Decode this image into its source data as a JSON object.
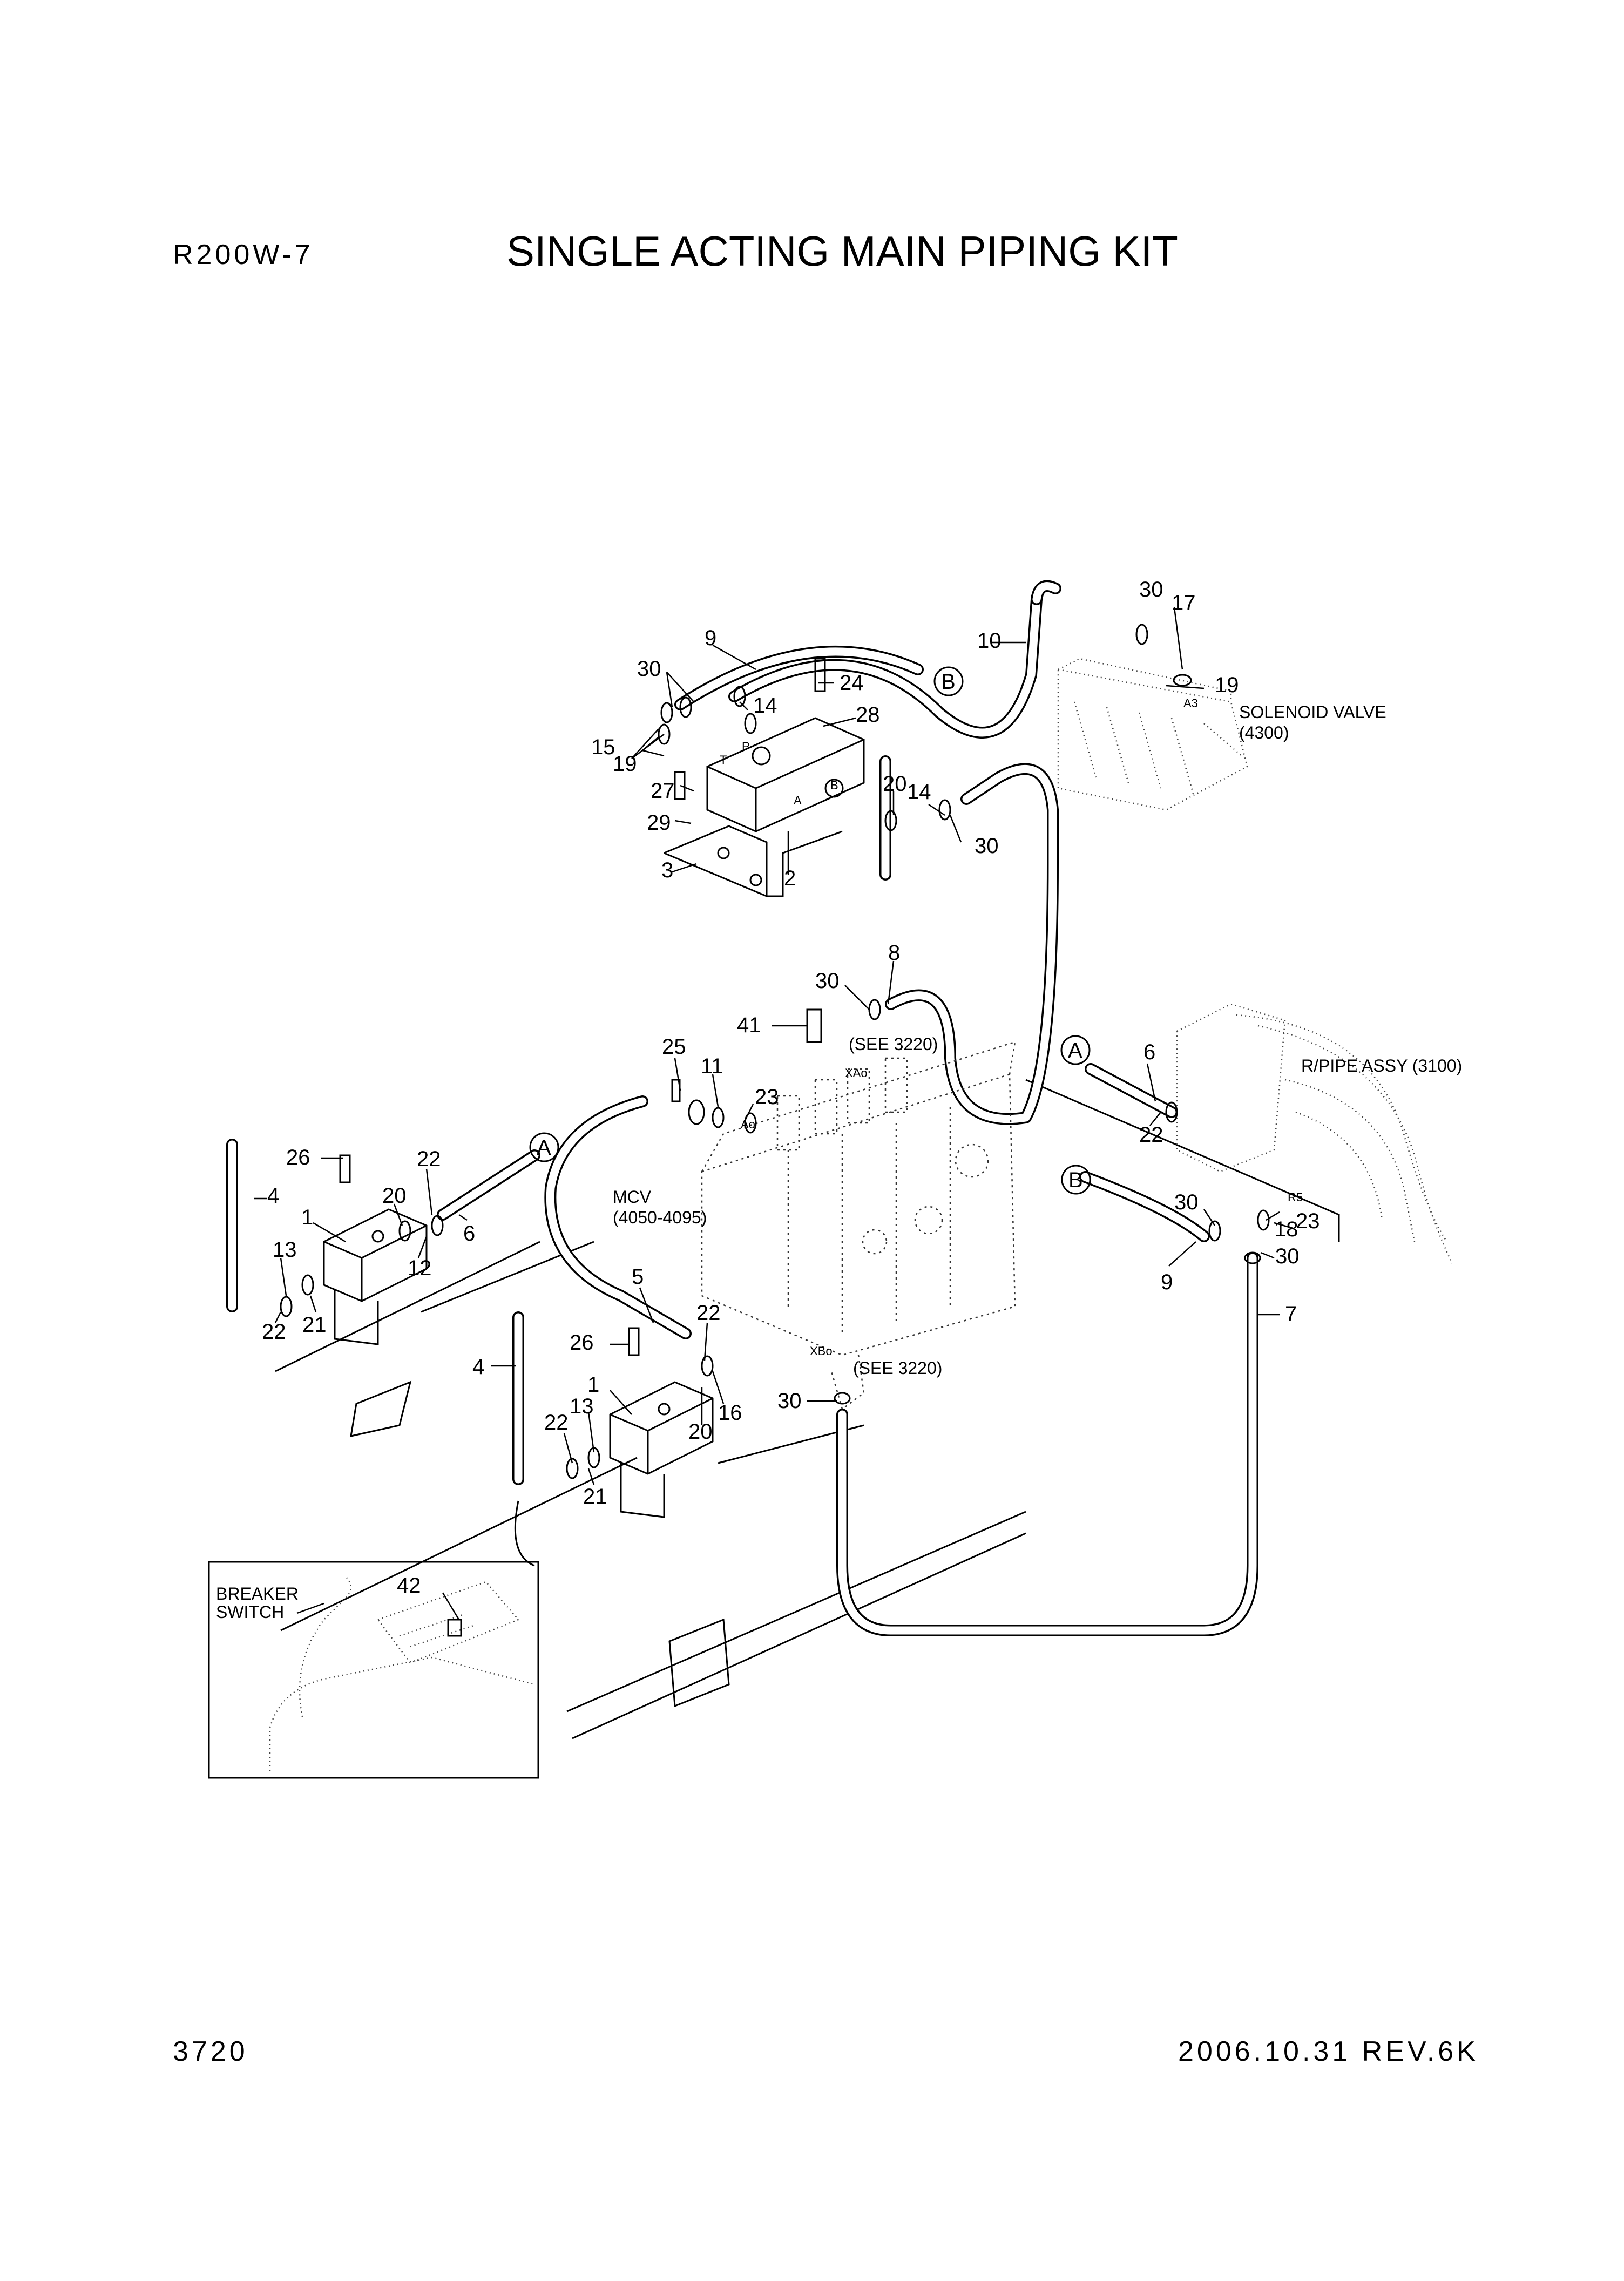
{
  "header": {
    "model": "R200W-7",
    "title": "SINGLE ACTING MAIN PIPING KIT"
  },
  "footer": {
    "page": "3720",
    "revision": "2006.10.31  REV.6K"
  },
  "notes": {
    "solenoid_valve": "SOLENOID VALVE",
    "solenoid_valve_no": "(4300)",
    "rpipe_assy": "R/PIPE ASSY (3100)",
    "mcv": "MCV",
    "mcv_no": "(4050-4095)",
    "see_upper": "(SEE 3220)",
    "see_lower": "(SEE 3220)",
    "breaker_1": "BREAKER",
    "breaker_2": "SWITCH"
  },
  "port_labels": {
    "a3": "A3",
    "t": "T",
    "p": "P",
    "a": "A",
    "b": "B",
    "r5": "R5",
    "xao": "XAo",
    "xbo": "XBo",
    "ao": "Ao"
  },
  "connectors": {
    "a": "A",
    "b": "B"
  },
  "callouts": [
    {
      "id": "c30a",
      "text": "30"
    },
    {
      "id": "c17",
      "text": "17"
    },
    {
      "id": "c9a",
      "text": "9"
    },
    {
      "id": "c10",
      "text": "10"
    },
    {
      "id": "c19a",
      "text": "19"
    },
    {
      "id": "c30b",
      "text": "30"
    },
    {
      "id": "c24",
      "text": "24"
    },
    {
      "id": "c14a",
      "text": "14"
    },
    {
      "id": "c28",
      "text": "28"
    },
    {
      "id": "c15",
      "text": "15"
    },
    {
      "id": "c19b",
      "text": "19"
    },
    {
      "id": "c20a",
      "text": "20"
    },
    {
      "id": "c14b",
      "text": "14"
    },
    {
      "id": "c27",
      "text": "27"
    },
    {
      "id": "c30c",
      "text": "30"
    },
    {
      "id": "c29",
      "text": "29"
    },
    {
      "id": "c3",
      "text": "3"
    },
    {
      "id": "c2",
      "text": "2"
    },
    {
      "id": "c8",
      "text": "8"
    },
    {
      "id": "c30d",
      "text": "30"
    },
    {
      "id": "c41",
      "text": "41"
    },
    {
      "id": "c25",
      "text": "25"
    },
    {
      "id": "c11",
      "text": "11"
    },
    {
      "id": "c23a",
      "text": "23"
    },
    {
      "id": "c6a",
      "text": "6"
    },
    {
      "id": "c22a",
      "text": "22"
    },
    {
      "id": "c26a",
      "text": "26"
    },
    {
      "id": "c22b",
      "text": "22"
    },
    {
      "id": "c4a",
      "text": "4"
    },
    {
      "id": "c20b",
      "text": "20"
    },
    {
      "id": "c1a",
      "text": "1"
    },
    {
      "id": "c6b",
      "text": "6"
    },
    {
      "id": "c13a",
      "text": "13"
    },
    {
      "id": "c12",
      "text": "12"
    },
    {
      "id": "c21a",
      "text": "21"
    },
    {
      "id": "c22c",
      "text": "22"
    },
    {
      "id": "c30e",
      "text": "30"
    },
    {
      "id": "c18",
      "text": "18"
    },
    {
      "id": "c23b",
      "text": "23"
    },
    {
      "id": "c30f",
      "text": "30"
    },
    {
      "id": "c9b",
      "text": "9"
    },
    {
      "id": "c7",
      "text": "7"
    },
    {
      "id": "c5",
      "text": "5"
    },
    {
      "id": "c22d",
      "text": "22"
    },
    {
      "id": "c26b",
      "text": "26"
    },
    {
      "id": "c4b",
      "text": "4"
    },
    {
      "id": "c1b",
      "text": "1"
    },
    {
      "id": "c16",
      "text": "16"
    },
    {
      "id": "c22e",
      "text": "22"
    },
    {
      "id": "c13b",
      "text": "13"
    },
    {
      "id": "c20c",
      "text": "20"
    },
    {
      "id": "c21b",
      "text": "21"
    },
    {
      "id": "c30g",
      "text": "30"
    },
    {
      "id": "c42",
      "text": "42"
    }
  ]
}
